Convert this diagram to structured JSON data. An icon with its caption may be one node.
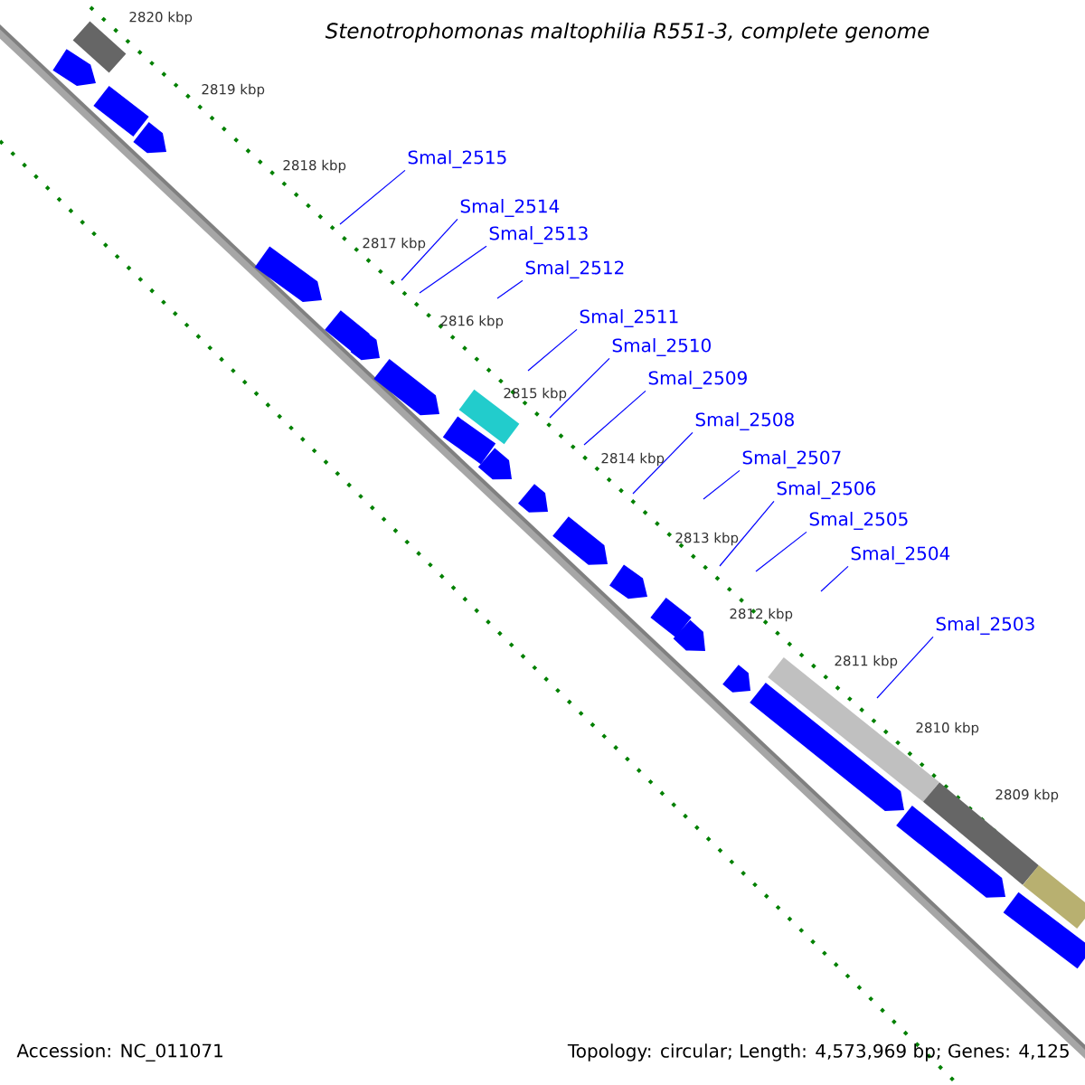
{
  "diagram": {
    "title": "Stenotrophomonas maltophilia R551-3, complete genome",
    "nodes": [
      {
        "text": [
          "Smal_2515"
        ]
      },
      {
        "text": [
          "Smal_2514"
        ]
      },
      {
        "text": [
          "Smal_2513"
        ]
      },
      {
        "text": [
          "Smal_2512"
        ]
      },
      {
        "text": [
          "Smal_2511"
        ]
      },
      {
        "text": [
          "Smal_2510"
        ]
      },
      {
        "text": [
          "Smal_2509"
        ]
      },
      {
        "text": [
          "Smal_2508"
        ]
      },
      {
        "text": [
          "Smal_2507"
        ]
      },
      {
        "text": [
          "Smal_2506"
        ]
      },
      {
        "text": [
          "Smal_2505"
        ]
      },
      {
        "text": [
          "Smal_2504"
        ]
      },
      {
        "text": [
          "Smal_2503"
        ]
      }
    ],
    "edges": [
      {
        "from": 0,
        "to": null,
        "arrow": "none"
      },
      {
        "from": 1,
        "to": null,
        "arrow": "none"
      },
      {
        "from": 2,
        "to": null,
        "arrow": "none"
      },
      {
        "from": 3,
        "to": null,
        "arrow": "none"
      },
      {
        "from": 4,
        "to": null,
        "arrow": "none"
      },
      {
        "from": 5,
        "to": null,
        "arrow": "none"
      },
      {
        "from": 6,
        "to": null,
        "arrow": "none"
      },
      {
        "from": 7,
        "to": null,
        "arrow": "none"
      },
      {
        "from": 8,
        "to": null,
        "arrow": "none"
      },
      {
        "from": 9,
        "to": null,
        "arrow": "none"
      },
      {
        "from": 10,
        "to": null,
        "arrow": "none"
      },
      {
        "from": 11,
        "to": null,
        "arrow": "none"
      },
      {
        "from": 12,
        "to": null,
        "arrow": "none"
      }
    ],
    "labels": [
      "2820 kbp",
      "2819 kbp",
      "2818 kbp",
      "2817 kbp",
      "2816 kbp",
      "2815 kbp",
      "2814 kbp",
      "2813 kbp",
      "2812 kbp",
      "2811 kbp",
      "2810 kbp",
      "2809 kbp",
      "Accession: NC_011071",
      "Topology: circular; Length: 4,573,969 bp; Genes: 4,125"
    ]
  }
}
